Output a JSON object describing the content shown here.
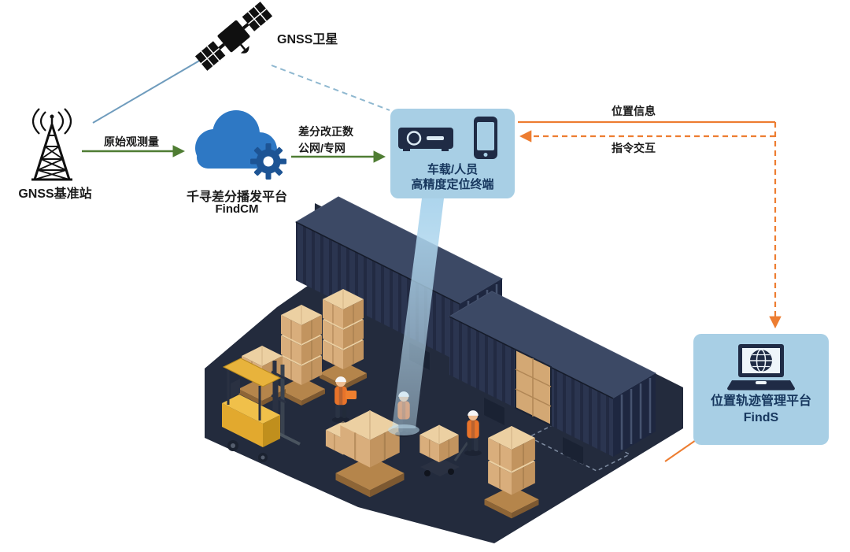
{
  "diagram": {
    "satellite": {
      "label": "GNSS卫星"
    },
    "base_station": {
      "label": "GNSS基准站"
    },
    "link_raw_observation": {
      "label": "原始观测量"
    },
    "cloud_platform": {
      "name": "千寻差分播发平台",
      "product": "FindCM"
    },
    "link_corrections": {
      "line1": "差分改正数",
      "line2": "公网/专网"
    },
    "terminal_panel": {
      "line1": "车载/人员",
      "line2": "高精度定位终端"
    },
    "link_position_info": {
      "label": "位置信息"
    },
    "link_command": {
      "label": "指令交互"
    },
    "platform_panel": {
      "line1": "位置轨迹管理平台",
      "line2": "FindS"
    }
  },
  "icons": {
    "satellite": "satellite-icon",
    "base_station": "radio-tower-icon",
    "cloud": "cloud-gear-icon",
    "receiver": "gnss-receiver-icon",
    "phone": "smartphone-icon",
    "laptop": "laptop-globe-icon",
    "scene": "warehouse-isometric-illustration"
  },
  "colors": {
    "panel_blue": "#a8cfe5",
    "panel_text": "#17375e",
    "green_arrow": "#4f7d33",
    "orange_arrow": "#ed7d31",
    "cloud_blue": "#2e78c4",
    "gear_blue": "#1d5494",
    "icon_navy": "#1f2b45",
    "floor_navy": "#232b3d",
    "satellite_link": "#6f9cbd",
    "satellite_link_dashed": "#8fb8d0",
    "beam_blue": "#a9d3ec"
  }
}
